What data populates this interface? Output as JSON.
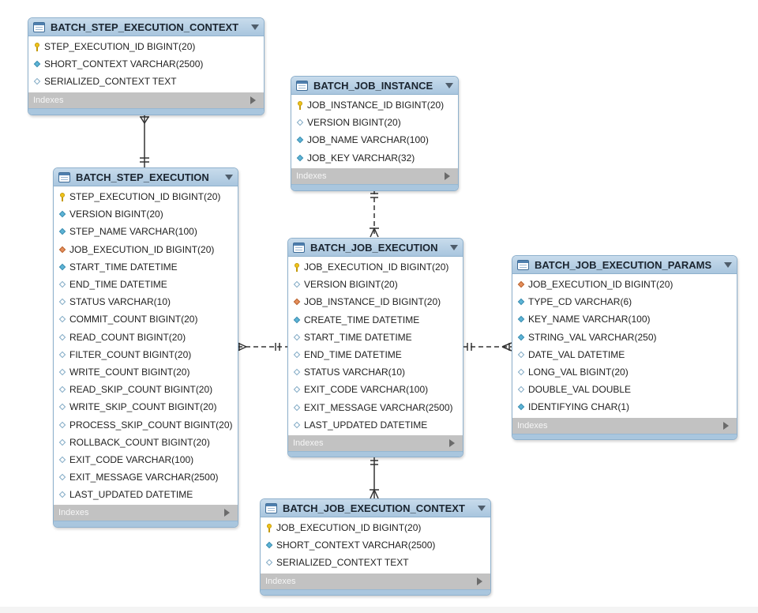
{
  "entities": {
    "batch_step_execution_context": {
      "title": "BATCH_STEP_EXECUTION_CONTEXT",
      "columns": [
        {
          "label": "STEP_EXECUTION_ID BIGINT(20)",
          "icon": "key-icon"
        },
        {
          "label": "SHORT_CONTEXT VARCHAR(2500)",
          "icon": "diamond-filled"
        },
        {
          "label": "SERIALIZED_CONTEXT TEXT",
          "icon": "diamond-empty"
        }
      ],
      "indexes_label": "Indexes"
    },
    "batch_job_instance": {
      "title": "BATCH_JOB_INSTANCE",
      "columns": [
        {
          "label": "JOB_INSTANCE_ID BIGINT(20)",
          "icon": "key-icon"
        },
        {
          "label": "VERSION BIGINT(20)",
          "icon": "diamond-empty"
        },
        {
          "label": "JOB_NAME VARCHAR(100)",
          "icon": "diamond-filled"
        },
        {
          "label": "JOB_KEY VARCHAR(32)",
          "icon": "diamond-filled"
        }
      ],
      "indexes_label": "Indexes"
    },
    "batch_step_execution": {
      "title": "BATCH_STEP_EXECUTION",
      "columns": [
        {
          "label": "STEP_EXECUTION_ID BIGINT(20)",
          "icon": "key-icon"
        },
        {
          "label": "VERSION BIGINT(20)",
          "icon": "diamond-filled"
        },
        {
          "label": "STEP_NAME VARCHAR(100)",
          "icon": "diamond-filled"
        },
        {
          "label": "JOB_EXECUTION_ID BIGINT(20)",
          "icon": "diamond-fk"
        },
        {
          "label": "START_TIME DATETIME",
          "icon": "diamond-filled"
        },
        {
          "label": "END_TIME DATETIME",
          "icon": "diamond-empty"
        },
        {
          "label": "STATUS VARCHAR(10)",
          "icon": "diamond-empty"
        },
        {
          "label": "COMMIT_COUNT BIGINT(20)",
          "icon": "diamond-empty"
        },
        {
          "label": "READ_COUNT BIGINT(20)",
          "icon": "diamond-empty"
        },
        {
          "label": "FILTER_COUNT BIGINT(20)",
          "icon": "diamond-empty"
        },
        {
          "label": "WRITE_COUNT BIGINT(20)",
          "icon": "diamond-empty"
        },
        {
          "label": "READ_SKIP_COUNT BIGINT(20)",
          "icon": "diamond-empty"
        },
        {
          "label": "WRITE_SKIP_COUNT BIGINT(20)",
          "icon": "diamond-empty"
        },
        {
          "label": "PROCESS_SKIP_COUNT BIGINT(20)",
          "icon": "diamond-empty"
        },
        {
          "label": "ROLLBACK_COUNT BIGINT(20)",
          "icon": "diamond-empty"
        },
        {
          "label": "EXIT_CODE VARCHAR(100)",
          "icon": "diamond-empty"
        },
        {
          "label": "EXIT_MESSAGE VARCHAR(2500)",
          "icon": "diamond-empty"
        },
        {
          "label": "LAST_UPDATED DATETIME",
          "icon": "diamond-empty"
        }
      ],
      "indexes_label": "Indexes"
    },
    "batch_job_execution": {
      "title": "BATCH_JOB_EXECUTION",
      "columns": [
        {
          "label": "JOB_EXECUTION_ID BIGINT(20)",
          "icon": "key-icon"
        },
        {
          "label": "VERSION BIGINT(20)",
          "icon": "diamond-empty"
        },
        {
          "label": "JOB_INSTANCE_ID BIGINT(20)",
          "icon": "diamond-fk"
        },
        {
          "label": "CREATE_TIME DATETIME",
          "icon": "diamond-filled"
        },
        {
          "label": "START_TIME DATETIME",
          "icon": "diamond-empty"
        },
        {
          "label": "END_TIME DATETIME",
          "icon": "diamond-empty"
        },
        {
          "label": "STATUS VARCHAR(10)",
          "icon": "diamond-empty"
        },
        {
          "label": "EXIT_CODE VARCHAR(100)",
          "icon": "diamond-empty"
        },
        {
          "label": "EXIT_MESSAGE VARCHAR(2500)",
          "icon": "diamond-empty"
        },
        {
          "label": "LAST_UPDATED DATETIME",
          "icon": "diamond-empty"
        }
      ],
      "indexes_label": "Indexes"
    },
    "batch_job_execution_params": {
      "title": "BATCH_JOB_EXECUTION_PARAMS",
      "columns": [
        {
          "label": "JOB_EXECUTION_ID BIGINT(20)",
          "icon": "diamond-fk"
        },
        {
          "label": "TYPE_CD VARCHAR(6)",
          "icon": "diamond-filled"
        },
        {
          "label": "KEY_NAME VARCHAR(100)",
          "icon": "diamond-filled"
        },
        {
          "label": "STRING_VAL VARCHAR(250)",
          "icon": "diamond-filled"
        },
        {
          "label": "DATE_VAL DATETIME",
          "icon": "diamond-empty"
        },
        {
          "label": "LONG_VAL BIGINT(20)",
          "icon": "diamond-empty"
        },
        {
          "label": "DOUBLE_VAL DOUBLE",
          "icon": "diamond-empty"
        },
        {
          "label": "IDENTIFYING CHAR(1)",
          "icon": "diamond-filled"
        }
      ],
      "indexes_label": "Indexes"
    },
    "batch_job_execution_context": {
      "title": "BATCH_JOB_EXECUTION_CONTEXT",
      "columns": [
        {
          "label": "JOB_EXECUTION_ID BIGINT(20)",
          "icon": "key-icon"
        },
        {
          "label": "SHORT_CONTEXT VARCHAR(2500)",
          "icon": "diamond-filled"
        },
        {
          "label": "SERIALIZED_CONTEXT TEXT",
          "icon": "diamond-empty"
        }
      ],
      "indexes_label": "Indexes"
    }
  },
  "colors": {
    "header": "#a9c6de",
    "border": "#8fb1cd",
    "indexes_bar": "#c2c2c2",
    "connector": "#333333"
  }
}
